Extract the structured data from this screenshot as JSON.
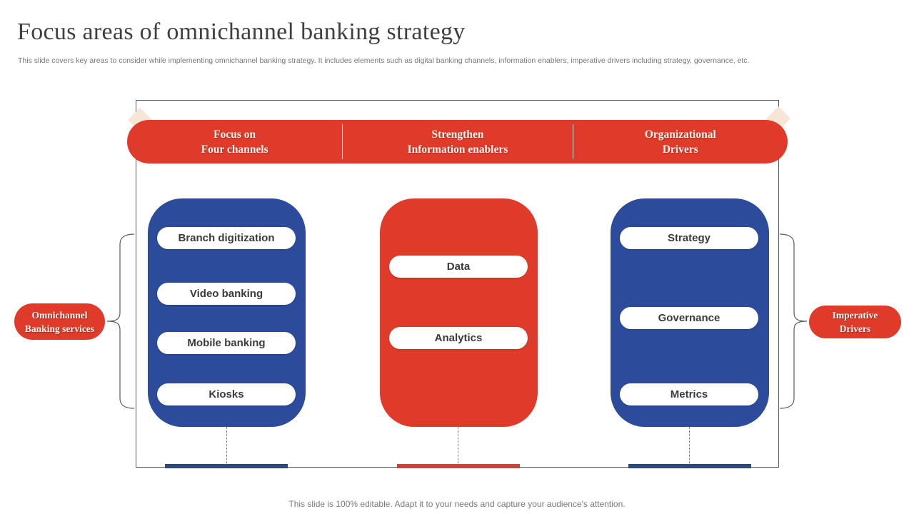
{
  "title": "Focus areas of omnichannel banking strategy",
  "subtitle": "This slide covers key areas to consider while implementing  omnichannel banking strategy. It includes elements such as digital banking channels, information enablers, imperative drivers including strategy, governance, etc.",
  "footer": "This slide is 100% editable. Adapt it to your needs and capture your audience's attention.",
  "header": {
    "sections": [
      {
        "line1": "Focus on",
        "line2": "Four channels"
      },
      {
        "line1": "Strengthen",
        "line2": "Information enablers"
      },
      {
        "line1": "Organizational",
        "line2": "Drivers"
      }
    ]
  },
  "columns": [
    {
      "id": "four-channels",
      "color": "#2d4b9b",
      "items": [
        "Branch digitization",
        "Video banking",
        "Mobile banking",
        "Kiosks"
      ]
    },
    {
      "id": "information-enablers",
      "color": "#e03b2a",
      "items": [
        "Data",
        "Analytics"
      ]
    },
    {
      "id": "organizational-drivers",
      "color": "#2d4b9b",
      "items": [
        "Strategy",
        "Governance",
        "Metrics"
      ]
    }
  ],
  "side_labels": {
    "left": {
      "line1": "Omnichannel",
      "line2": "Banking services"
    },
    "right": {
      "line1": "Imperative",
      "line2": "Drivers"
    }
  },
  "colors": {
    "accent_red": "#e03b2a",
    "accent_blue": "#2d4b9b",
    "bar_red": "#c0483c",
    "bar_blue": "#2e4a7d",
    "frame_border": "#595959"
  }
}
